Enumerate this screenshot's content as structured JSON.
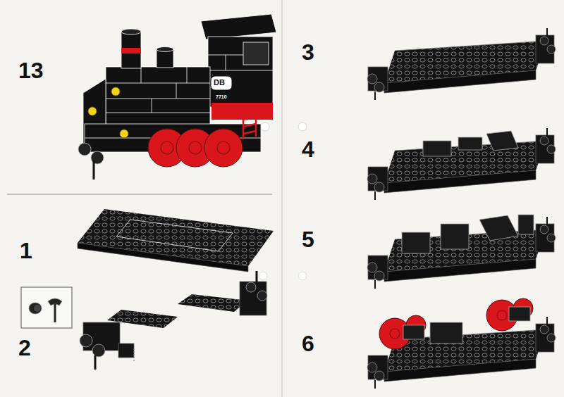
{
  "diagram": {
    "labels": [
      "13",
      "DB",
      "7710",
      "1",
      "2",
      "3",
      "4",
      "5",
      "6"
    ]
  }
}
